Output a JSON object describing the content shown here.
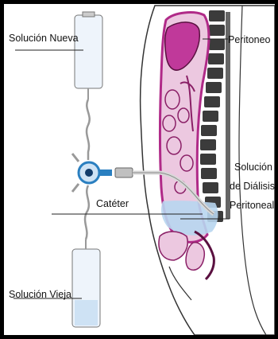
{
  "labels": {
    "new_solution": "Solución Nueva",
    "peritoneum": "Peritoneo",
    "catheter": "Catéter",
    "dialysis_1": "Solución",
    "dialysis_2": "de Diálisis",
    "dialysis_3": "Peritoneal",
    "old_solution": "Solución Vieja"
  },
  "colors": {
    "frame": "#000000",
    "bag_fill": "#e8f1fb",
    "fluid": "#b8d6f0",
    "organ_magenta": "#c0399a",
    "organ_light": "#ecc8e0",
    "outline": "#5a1040",
    "spine": "#3b3b3b",
    "catheter_blue": "#2a7fc0"
  }
}
